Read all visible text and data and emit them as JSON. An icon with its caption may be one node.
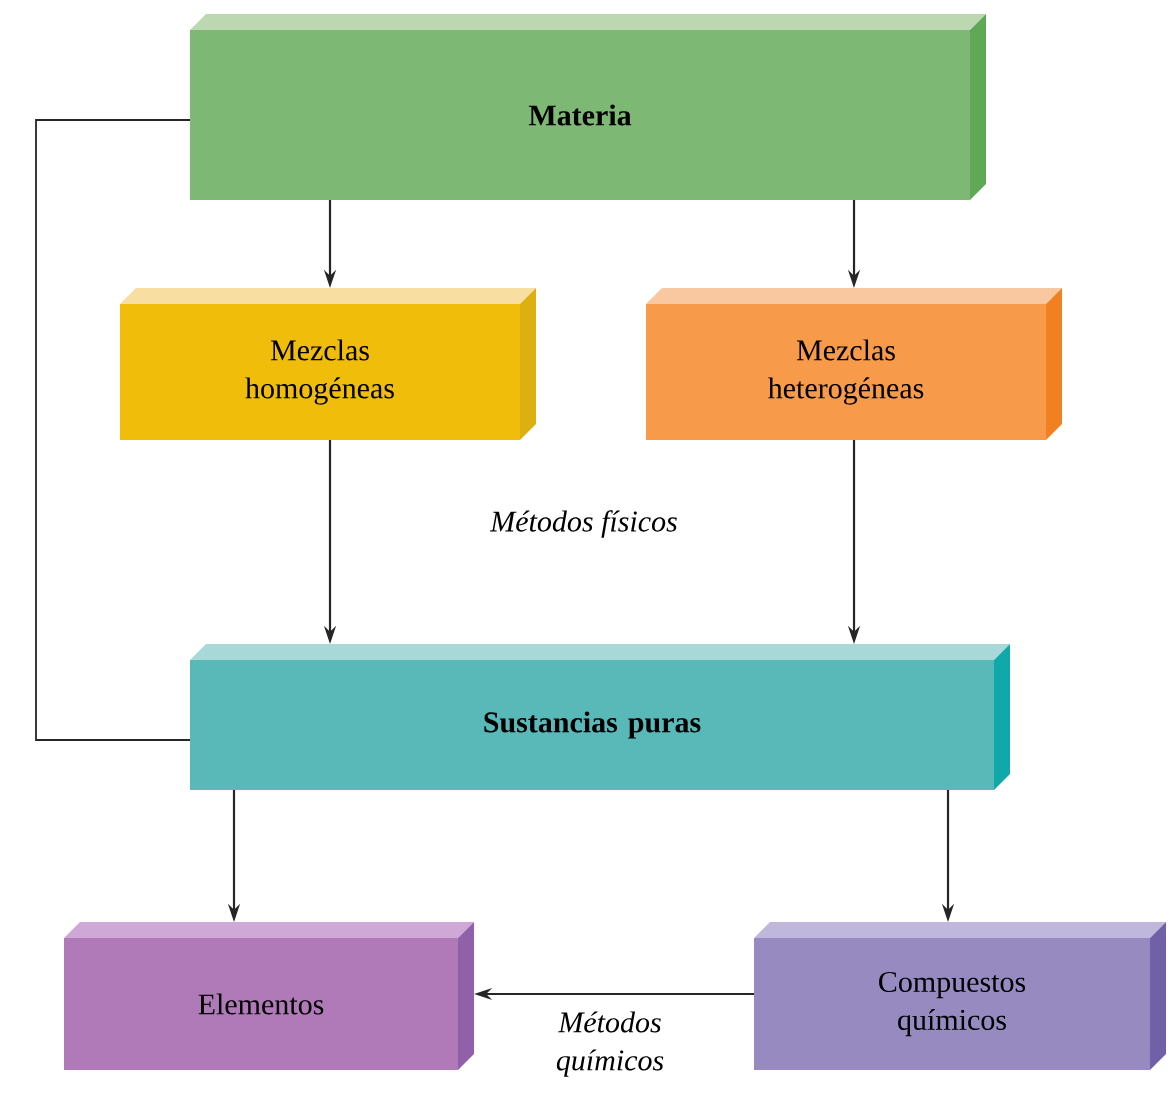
{
  "diagram": {
    "nodes": [
      {
        "text": [
          "Materia"
        ]
      },
      {
        "text": [
          "Mezclas homogéneas"
        ]
      },
      {
        "text": [
          "Mezclas heterogéneas"
        ]
      },
      {
        "text": [
          "Sustancias puras"
        ]
      },
      {
        "text": [
          "Elementos"
        ]
      },
      {
        "text": [
          "Compuestos químicos"
        ]
      }
    ],
    "edges": [
      {
        "from": 0,
        "to": 1,
        "arrow": "to"
      },
      {
        "from": 0,
        "to": 2,
        "arrow": "to"
      },
      {
        "from": 1,
        "to": 3,
        "arrow": "to"
      },
      {
        "from": 2,
        "to": 3,
        "arrow": "to"
      },
      {
        "from": 0,
        "to": 3,
        "arrow": "none"
      },
      {
        "from": 3,
        "to": 4,
        "arrow": "to"
      },
      {
        "from": 3,
        "to": 5,
        "arrow": "to"
      },
      {
        "from": 5,
        "to": 4,
        "arrow": "to",
        "label": "Métodos químicos"
      }
    ],
    "labels": [
      "Métodos físicos"
    ]
  }
}
